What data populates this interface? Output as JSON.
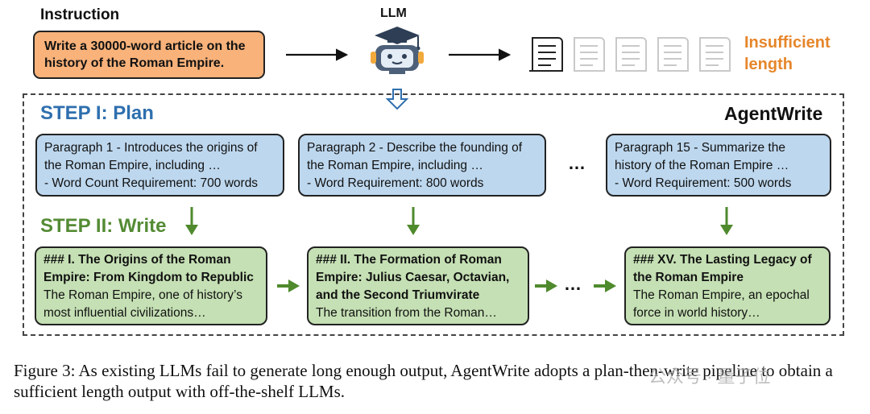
{
  "header": {
    "instruction_label": "Instruction",
    "instruction_text": "Write a 30000-word article on the history of the Roman Empire.",
    "llm_label": "LLM",
    "insufficient_label_line1": "Insufficient",
    "insufficient_label_line2": "length"
  },
  "agentwrite": {
    "title": "AgentWrite",
    "step1_label": "STEP I: Plan",
    "step2_label": "STEP II: Write",
    "ellipsis": "…",
    "plans": [
      {
        "line1": "Paragraph 1 - Introduces the origins of",
        "line2": "the Roman Empire, including …",
        "line3": "- Word Count Requirement: 700 words"
      },
      {
        "line1": "Paragraph 2 - Describe the founding of",
        "line2": "the Roman Empire, including …",
        "line3": "- Word Requirement: 800 words"
      },
      {
        "line1": "Paragraph 15 - Summarize the",
        "line2": "history of the Roman Empire …",
        "line3": "- Word Requirement: 500 words"
      }
    ],
    "writes": [
      {
        "title": "### I. The Origins of the Roman Empire: From Kingdom to Republic",
        "body": "The Roman Empire, one of history’s most influential civilizations…"
      },
      {
        "title": "### II. The Formation of Roman Empire: Julius Caesar, Octavian, and the Second Triumvirate",
        "body": "The transition from the Roman…"
      },
      {
        "title": "### XV. The Lasting Legacy of the Roman Empire",
        "body": "The Roman Empire, an epochal force in world history…"
      }
    ]
  },
  "caption": "Figure 3: As existing LLMs fail to generate long enough output, AgentWrite adopts a plan-then-write pipeline to obtain a sufficient length output with off-the-shelf LLMs.",
  "watermark": "公众号 · 量子位",
  "colors": {
    "plan_blue": "#bdd7ee",
    "write_green": "#c5e0b4",
    "instruction_orange": "#f8b27a",
    "step1_text": "#2e6fae",
    "step2_text": "#548b34",
    "insufficient_text": "#e6862b"
  },
  "icons": [
    "robot-graduate-icon",
    "document-icon",
    "faded-document-icon"
  ]
}
